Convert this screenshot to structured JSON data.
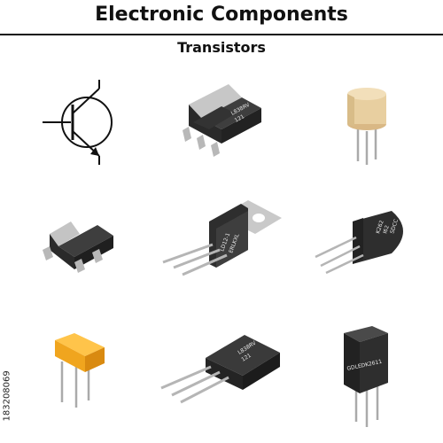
{
  "header": {
    "title": "Electronic Components",
    "subtitle": "Transistors"
  },
  "stock_id": "183208069",
  "components": [
    {
      "name": "transistor-schematic-symbol"
    },
    {
      "name": "dpak-transistor",
      "marking": [
        "L838RV",
        "121"
      ]
    },
    {
      "name": "to-39-metal-can-transistor"
    },
    {
      "name": "sot-89-transistor"
    },
    {
      "name": "to-220-transistor",
      "marking": [
        "LD12-1",
        "ERLKXL"
      ]
    },
    {
      "name": "to-92-transistor",
      "marking": [
        "K262",
        "I62",
        "SDCC"
      ]
    },
    {
      "name": "sip-3-orange-transistor"
    },
    {
      "name": "to-126-transistor",
      "marking": [
        "L838RV",
        "121"
      ]
    },
    {
      "name": "to-247-vertical-transistor",
      "marking": [
        "GDLEDK2611"
      ]
    }
  ]
}
